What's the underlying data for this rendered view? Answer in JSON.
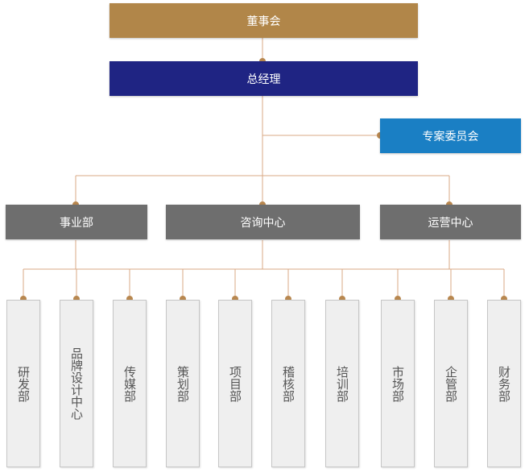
{
  "colors": {
    "board": "#b18649",
    "gm": "#1f2483",
    "committee": "#1a7fc4",
    "dept": "#6e6e6e",
    "leaf_bg": "#efefef",
    "line": "#c8956a",
    "dot": "#b8874f"
  },
  "board": {
    "label": "董事会"
  },
  "gm": {
    "label": "总经理"
  },
  "committee": {
    "label": "专案委员会"
  },
  "depts": [
    {
      "label": "事业部"
    },
    {
      "label": "咨询中心"
    },
    {
      "label": "运营中心"
    }
  ],
  "units": [
    {
      "label": "研发部"
    },
    {
      "label": "品牌设计中心"
    },
    {
      "label": "传媒部"
    },
    {
      "label": "策划部"
    },
    {
      "label": "项目部"
    },
    {
      "label": "稽核部"
    },
    {
      "label": "培训部"
    },
    {
      "label": "市场部"
    },
    {
      "label": "企管部"
    },
    {
      "label": "财务部"
    }
  ]
}
